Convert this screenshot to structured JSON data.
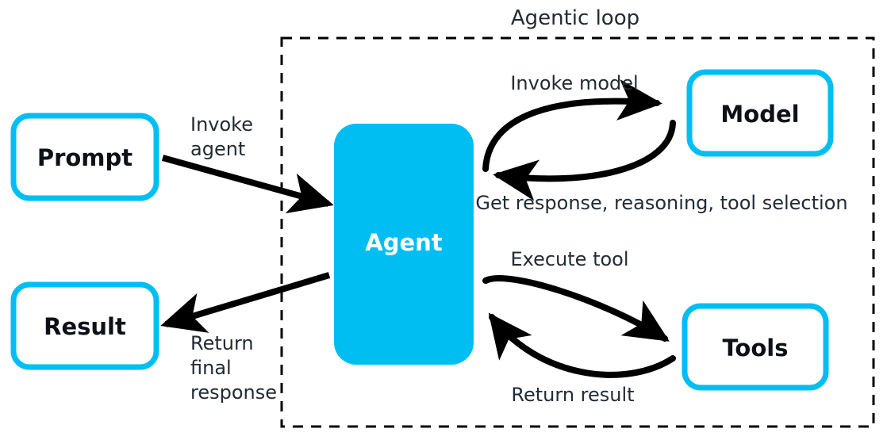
{
  "diagram": {
    "title": "Agentic loop",
    "colors": {
      "accent": "#00BEF2",
      "node_fill": "#FFFFFF",
      "agent_fill": "#00BEF2",
      "agent_text": "#FFFFFF",
      "node_text": "#0D1117",
      "edge": "#000000",
      "label_text": "#222B33",
      "group_border": "#000000",
      "background": "#FFFFFF"
    },
    "group": {
      "name": "agentic-loop-group",
      "label": "Agentic loop",
      "border_style": "dashed"
    },
    "nodes": [
      {
        "id": "prompt",
        "label": "Prompt",
        "style": "outlined",
        "inside_loop": false
      },
      {
        "id": "result",
        "label": "Result",
        "style": "outlined",
        "inside_loop": false
      },
      {
        "id": "agent",
        "label": "Agent",
        "style": "filled",
        "inside_loop": true
      },
      {
        "id": "model",
        "label": "Model",
        "style": "outlined",
        "inside_loop": true
      },
      {
        "id": "tools",
        "label": "Tools",
        "style": "outlined",
        "inside_loop": true
      }
    ],
    "edges": [
      {
        "id": "prompt-to-agent",
        "from": "prompt",
        "to": "agent",
        "label": "Invoke agent",
        "shape": "straight"
      },
      {
        "id": "agent-to-result",
        "from": "agent",
        "to": "result",
        "label": "Return final response",
        "shape": "straight"
      },
      {
        "id": "agent-to-model",
        "from": "agent",
        "to": "model",
        "label": "Invoke model",
        "shape": "curved"
      },
      {
        "id": "model-to-agent",
        "from": "model",
        "to": "agent",
        "label": "Get response, reasoning, tool selection",
        "shape": "curved"
      },
      {
        "id": "agent-to-tools",
        "from": "agent",
        "to": "tools",
        "label": "Execute tool",
        "shape": "curved"
      },
      {
        "id": "tools-to-agent",
        "from": "tools",
        "to": "agent",
        "label": "Return result",
        "shape": "curved"
      }
    ],
    "edge_label_lines": {
      "invoke_agent": [
        "Invoke",
        "agent"
      ],
      "return_final_response": [
        "Return",
        "final",
        "response"
      ],
      "invoke_model": [
        "Invoke model"
      ],
      "get_response": [
        "Get response, reasoning, tool selection"
      ],
      "execute_tool": [
        "Execute tool"
      ],
      "return_result": [
        "Return result"
      ]
    }
  }
}
